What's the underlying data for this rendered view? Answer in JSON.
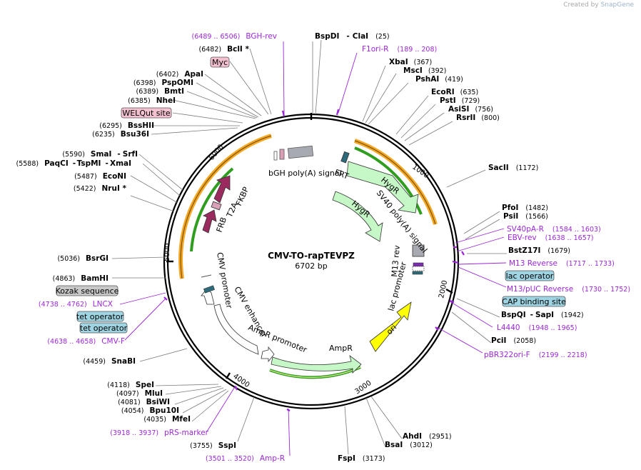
{
  "credit": {
    "prefix": "Created by",
    "brand": "SnapGene"
  },
  "plasmid": {
    "name": "CMV-TO-rapTEVPZ",
    "length_label": "6702 bp",
    "length": 6702
  },
  "ticks": [
    "1000",
    "2000",
    "3000",
    "4000",
    "5000",
    "6000"
  ],
  "enzymes": [
    {
      "name": "BspDI",
      "sep": "-",
      "name2": "ClaI",
      "pos": "(25)"
    },
    {
      "name": "XbaI",
      "pos": "(367)"
    },
    {
      "name": "MscI",
      "pos": "(392)"
    },
    {
      "name": "PshAI",
      "pos": "(419)"
    },
    {
      "name": "EcoRI",
      "pos": "(635)"
    },
    {
      "name": "PstI",
      "pos": "(729)"
    },
    {
      "name": "AsiSI",
      "pos": "(756)"
    },
    {
      "name": "RsrII",
      "pos": "(800)"
    },
    {
      "name": "SacII",
      "pos": "(1172)"
    },
    {
      "name": "PfoI",
      "pos": "(1482)"
    },
    {
      "name": "PsiI",
      "pos": "(1566)"
    },
    {
      "name": "BstZ17I",
      "pos": "(1679)"
    },
    {
      "name": "BspQI",
      "sep": "-",
      "name2": "SapI",
      "pos": "(1942)"
    },
    {
      "name": "PciI",
      "pos": "(2058)"
    },
    {
      "name": "AhdI",
      "pos": "(2951)"
    },
    {
      "name": "BsaI",
      "pos": "(3012)"
    },
    {
      "name": "FspI",
      "pos": "(3173)"
    },
    {
      "name": "SspI",
      "pos": "(3755)"
    },
    {
      "name": "MfeI",
      "pos": "(4035)"
    },
    {
      "name": "Bpu10I",
      "pos": "(4054)"
    },
    {
      "name": "BsiWI",
      "pos": "(4081)"
    },
    {
      "name": "MluI",
      "pos": "(4097)"
    },
    {
      "name": "SpeI",
      "pos": "(4118)"
    },
    {
      "name": "SnaBI",
      "pos": "(4459)"
    },
    {
      "name": "BamHI",
      "pos": "(4863)"
    },
    {
      "name": "BsrGI",
      "pos": "(5036)"
    },
    {
      "name": "NruI *",
      "pos": "(5422)"
    },
    {
      "name": "EcoNI",
      "pos": "(5487)"
    },
    {
      "name": "PaqCI",
      "sep": "-",
      "name2": "TspMI",
      "sep2": "-",
      "name3": "XmaI",
      "pos": "(5588)"
    },
    {
      "name": "SmaI",
      "sep": "-",
      "name2": "SrfI",
      "pos": "(5590)"
    },
    {
      "name": "Bsu36I",
      "pos": "(6235)"
    },
    {
      "name": "BssHII",
      "pos": "(6295)"
    },
    {
      "name": "NheI",
      "pos": "(6385)"
    },
    {
      "name": "BmtI",
      "pos": "(6389)"
    },
    {
      "name": "PspOMI",
      "pos": "(6398)"
    },
    {
      "name": "ApaI",
      "pos": "(6402)"
    },
    {
      "name": "BclI *",
      "pos": "(6482)"
    }
  ],
  "primers": [
    {
      "name": "BGH-rev",
      "range": "(6489 .. 6506)"
    },
    {
      "name": "F1ori-R",
      "range": "(189 .. 208)"
    },
    {
      "name": "SV40pA-R",
      "range": "(1584 .. 1603)"
    },
    {
      "name": "EBV-rev",
      "range": "(1638 .. 1657)"
    },
    {
      "name": "M13 Reverse",
      "range": "(1717 .. 1733)"
    },
    {
      "name": "M13/pUC Reverse",
      "range": "(1730 .. 1752)"
    },
    {
      "name": "L4440",
      "range": "(1948 .. 1965)"
    },
    {
      "name": "pBR322ori-F",
      "range": "(2199 .. 2218)"
    },
    {
      "name": "Amp-R",
      "range": "(3501 .. 3520)"
    },
    {
      "name": "pRS-marker",
      "range": "(3918 .. 3937)"
    },
    {
      "name": "CMV-F",
      "range": "(4638 .. 4658)"
    },
    {
      "name": "LNCX",
      "range": "(4738 .. 4762)"
    }
  ],
  "boxed": [
    "Myc",
    "WELQut site",
    "lac operator",
    "CAP binding site",
    "Kozak sequence",
    "tet operator",
    "tet operator"
  ],
  "features": [
    "bGH poly(A) signal",
    "FRT",
    "HygR",
    "SV40 poly(A) signal",
    "HygR",
    "M13 rev",
    "lac promoter",
    "ori",
    "AmpR",
    "AmpR promoter",
    "CMV enhancer",
    "CMV promoter",
    "FRB",
    "T2A",
    "FKBP"
  ],
  "colors": {
    "primer": "#9b27d6",
    "hygr": "#c6f7c6",
    "ori": "#ffff00",
    "fkbp": "#9b2a5e",
    "orange": "#f5a623",
    "green": "#2f9e1f",
    "pink_box": "#f3c1d0",
    "blue_box": "#9fd4e3",
    "grey_box": "#c8c8c8"
  }
}
